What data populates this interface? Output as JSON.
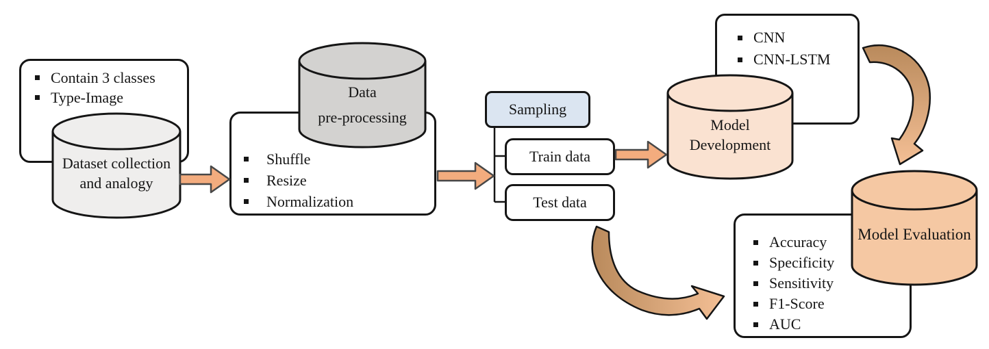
{
  "diagram": {
    "dataset_info": {
      "items": [
        "Contain 3 classes",
        "Type-Image"
      ]
    },
    "dataset_cylinder": {
      "label_line1": "Dataset collection",
      "label_line2": "and analogy"
    },
    "preprocess_cylinder": {
      "label_line1": "Data",
      "label_line2": "pre-processing"
    },
    "preprocess_box": {
      "items": [
        "Shuffle",
        "Resize",
        "Normalization"
      ]
    },
    "sampling": {
      "label": "Sampling"
    },
    "train": {
      "label": "Train data"
    },
    "test": {
      "label": "Test data"
    },
    "models_box": {
      "items": [
        "CNN",
        "CNN-LSTM"
      ]
    },
    "model_dev_cylinder": {
      "label_line1": "Model",
      "label_line2": "Development"
    },
    "model_eval_cylinder": {
      "label": "Model Evaluation"
    },
    "metrics_box": {
      "items": [
        "Accuracy",
        "Specificity",
        "Sensitivity",
        "F1-Score",
        "AUC"
      ]
    }
  },
  "colors": {
    "outline": "#151515",
    "arrow_outline": "#474747",
    "arrow_fill": "#f3ac7e",
    "curved_arrow_dark": "#b98a5c",
    "curved_arrow_light": "#f4bf95",
    "cylinder_light_gray": "#efeeed",
    "cylinder_gray": "#d3d2d0",
    "cylinder_peach_light": "#fae2d1",
    "cylinder_peach": "#f5c8a3",
    "sampling_fill": "#dbe5f1",
    "box_fill": "#ffffff"
  }
}
